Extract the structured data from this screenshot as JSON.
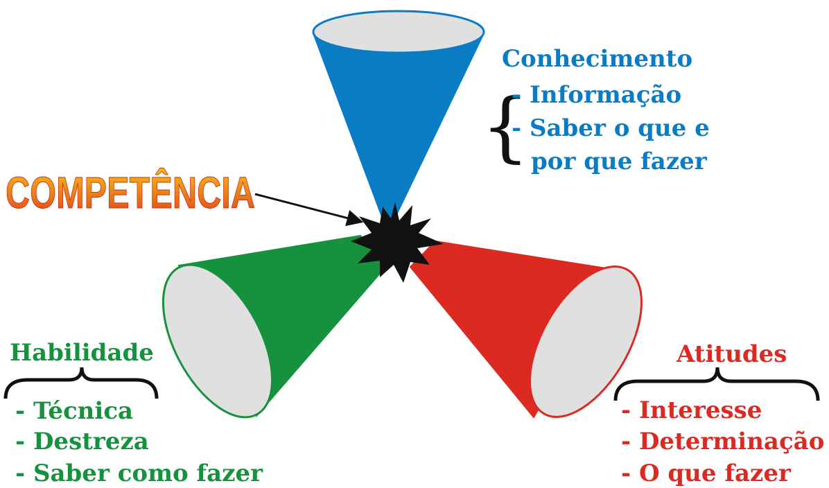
{
  "center_label": "COMPETÊNCIA",
  "colors": {
    "conhecimento": "#0a7cc4",
    "habilidade": "#16923e",
    "atitudes": "#dc2a22",
    "cone_inner": "#e0e0e0",
    "center_label_top": "#f6c21a",
    "center_label_bottom": "#e2421a",
    "burst": "#111111"
  },
  "conhecimento": {
    "title": "Conhecimento",
    "items": [
      "- Informação",
      "- Saber o que e",
      "por que fazer"
    ]
  },
  "habilidade": {
    "title": "Habilidade",
    "items": [
      "- Técnica",
      "- Destreza",
      "- Saber como fazer"
    ]
  },
  "atitudes": {
    "title": "Atitudes",
    "items": [
      "- Interesse",
      "- Determinação",
      "- O que fazer"
    ]
  }
}
